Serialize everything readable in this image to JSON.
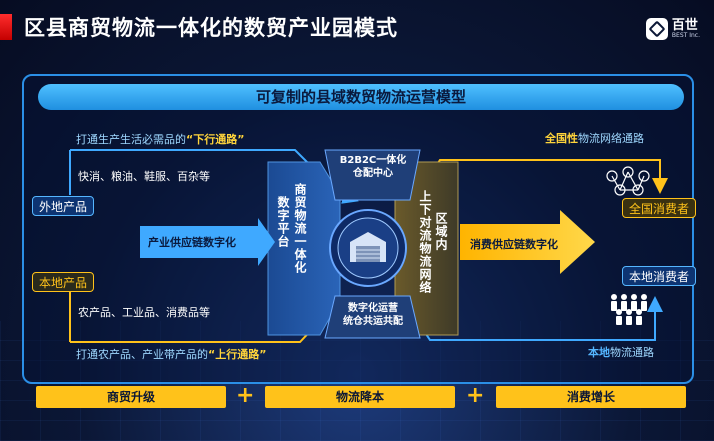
{
  "header": {
    "title": "区县商贸物流一体化的数贸产业园模式",
    "logo_cn": "百世",
    "logo_en": "BEST Inc."
  },
  "diagram": {
    "banner": "可复制的县域数贸物流运营模型",
    "down_route_prefix": "打通生产生活必需品的",
    "down_route_highlight": "“下行通路”",
    "down_goods": "快消、粮油、鞋服、百杂等",
    "outside_products": "外地产品",
    "local_products": "本地产品",
    "local_goods": "农产品、工业品、消费品等",
    "up_route_prefix": "打通农产品、产业带产品的",
    "up_route_highlight": "“上行通路”",
    "supply_chain_digital": "产业供应链数字化",
    "center_top": "B2B2C一体化\n仓配中心",
    "center_bottom": "数字化运营\n统仓共运共配",
    "left_vertical_1": "商贸物流一体化",
    "left_vertical_2": "数字平台",
    "right_vertical_1": "上下对流物流网络",
    "right_vertical_2": "区域内",
    "consumer_digital": "消费供应链数字化",
    "national_network_highlight": "全国性",
    "national_network_suffix": "物流网络通路",
    "national_consumers": "全国消费者",
    "local_consumers": "本地消费者",
    "local_network_highlight": "本地",
    "local_network_suffix": "物流通路"
  },
  "footer": {
    "box1": "商贸升级",
    "box2": "物流降本",
    "box3": "消费增长",
    "plus": "+"
  },
  "colors": {
    "accent_blue": "#2b8fe6",
    "accent_yellow": "#ffc21a",
    "title_red": "#e01010"
  }
}
